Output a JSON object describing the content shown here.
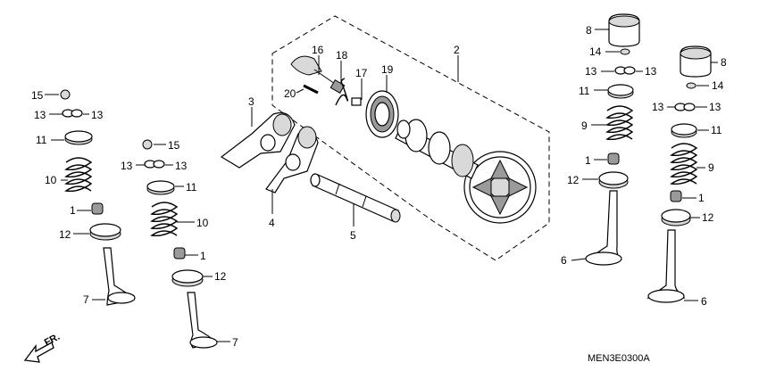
{
  "diagram": {
    "part_labels": [
      "1",
      "2",
      "3",
      "4",
      "5",
      "6",
      "7",
      "8",
      "9",
      "10",
      "11",
      "12",
      "13",
      "14",
      "15",
      "16",
      "17",
      "18",
      "19",
      "20"
    ],
    "diagram_code": "MEN3E0300A",
    "direction_label": "FR."
  }
}
